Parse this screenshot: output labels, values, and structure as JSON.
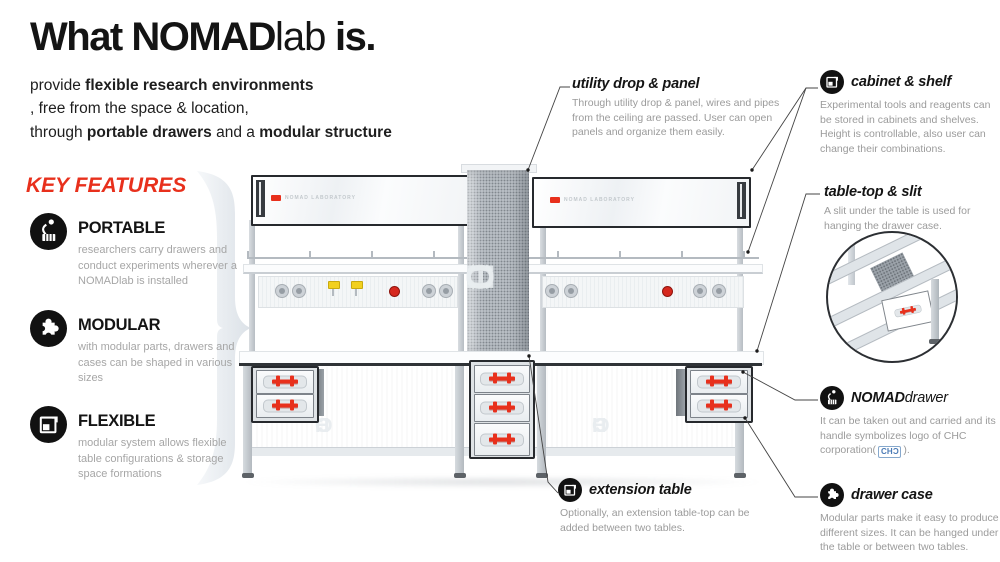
{
  "header": {
    "title": {
      "part1": "What ",
      "brand": "NOMAD",
      "brand_suffix": "lab",
      "part2": " is."
    },
    "intro": {
      "l1_pre": "provide ",
      "l1_bold": "flexible research environments",
      "l2": ", free from the space & location,",
      "l3_pre": "through ",
      "l3_bold1": "portable drawers",
      "l3_mid": " and a ",
      "l3_bold2": "modular structure"
    }
  },
  "key_features": {
    "heading": "KEY FEATURES",
    "items": [
      {
        "icon": "portable-icon",
        "title": "PORTABLE",
        "description": "researchers carry drawers and conduct experiments wherever a NOMADlab is installed"
      },
      {
        "icon": "puzzle-icon",
        "title": "MODULAR",
        "description": "with modular parts, drawers and cases can be shaped in various sizes"
      },
      {
        "icon": "layout-icon",
        "title": "FLEXIBLE",
        "description": "modular system allows flexible table configurations & storage space formations"
      }
    ]
  },
  "annotations": {
    "utility_drop": {
      "title": "utility drop & panel",
      "description": "Through utility drop & panel, wires and pipes from the ceiling are passed. User can open panels and organize them easily."
    },
    "cabinet_shelf": {
      "title": "cabinet & shelf",
      "description": "Experimental tools and reagents can be stored in cabinets and shelves. Height is controllable, also user can change their combinations."
    },
    "tabletop_slit": {
      "title": "table-top & slit",
      "description": "A slit under the table is used for hanging the drawer case."
    },
    "nomad_drawer": {
      "title_bold": "NOMAD",
      "title_light": "drawer",
      "description_pre": "It can be taken out and carried and its handle symbolizes logo of CHC corporation(",
      "description_post": ")."
    },
    "drawer_case": {
      "title": "drawer case",
      "description": "Modular parts make it easy to produce different sizes. It can be hanged under the table or between two tables."
    },
    "extension_table": {
      "title": "extension table",
      "description": "Optionally, an extension table-top can be added between two tables."
    }
  },
  "illustration": {
    "logo": {
      "c1": "C",
      "h": "H",
      "c2": "C"
    },
    "cabinet_label": "NOMAD LABORATORY"
  },
  "colors": {
    "accent_red": "#e8301c",
    "description_gray": "#a2a2a2",
    "ink": "#141414",
    "logo_blue": "#4a7ab5"
  }
}
